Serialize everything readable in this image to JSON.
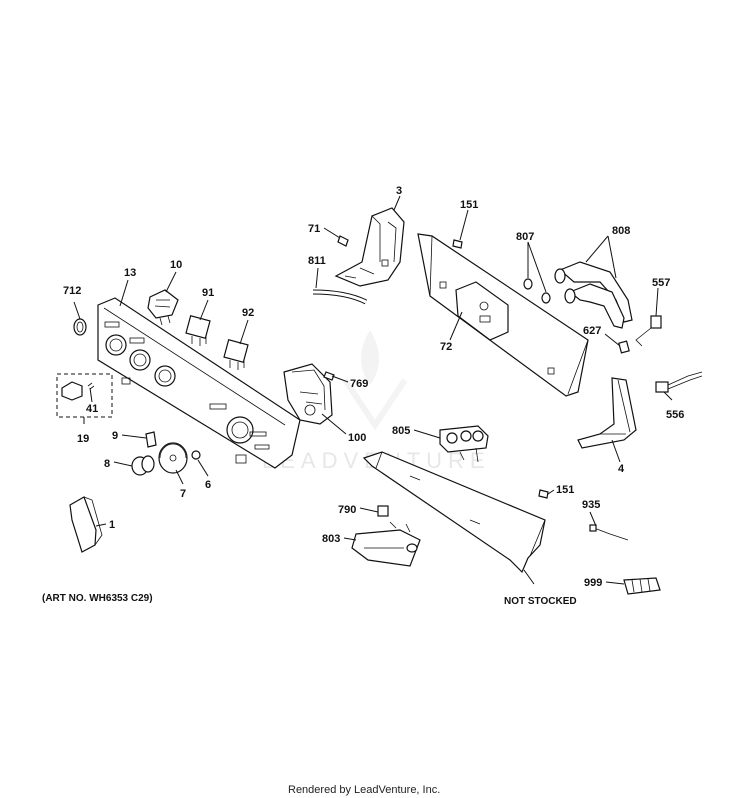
{
  "diagram": {
    "art_number": "(ART NO. WH6353 C29)",
    "not_stocked": "NOT STOCKED",
    "footer": "Rendered by LeadVenture, Inc.",
    "watermark": "LEADVENTURE",
    "labels": {
      "p3": "3",
      "p71": "71",
      "p811": "811",
      "p151a": "151",
      "p807": "807",
      "p808": "808",
      "p557": "557",
      "p627": "627",
      "p72": "72",
      "p556": "556",
      "p4": "4",
      "p712": "712",
      "p13": "13",
      "p10": "10",
      "p91": "91",
      "p92": "92",
      "p41": "41",
      "p19": "19",
      "p9": "9",
      "p8": "8",
      "p7": "7",
      "p6": "6",
      "p1": "1",
      "p769": "769",
      "p100": "100",
      "p805": "805",
      "p151b": "151",
      "p935": "935",
      "p999": "999",
      "p790": "790",
      "p803": "803"
    }
  }
}
